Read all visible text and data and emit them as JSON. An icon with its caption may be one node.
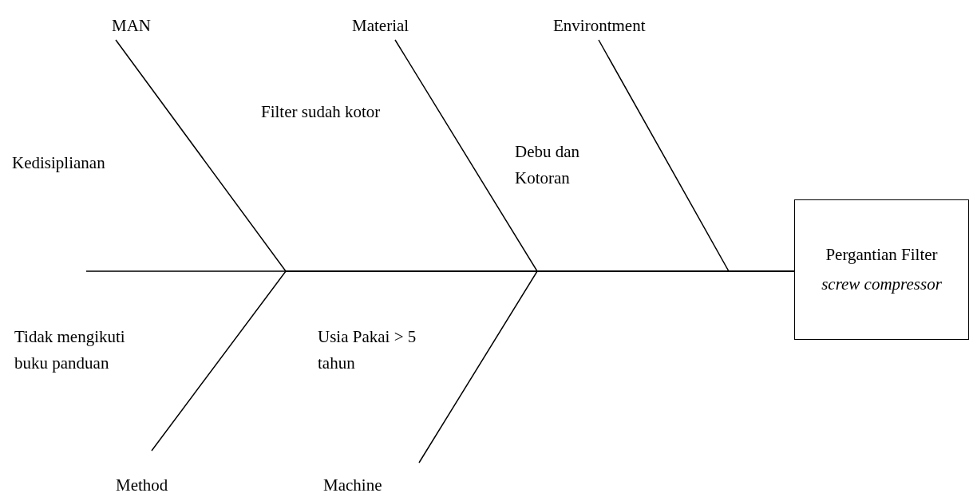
{
  "diagram": {
    "nodes": [
      {
        "text": [
          "MAN"
        ]
      },
      {
        "text": [
          "Material"
        ]
      },
      {
        "text": [
          "Environtment"
        ]
      },
      {
        "text": [
          "Method"
        ]
      },
      {
        "text": [
          "Machine"
        ]
      },
      {
        "text": [
          "Pergantian Filter *screw compressor*"
        ]
      }
    ],
    "edges": [
      {
        "from": null,
        "to": 5,
        "arrow": "none"
      },
      {
        "from": 0,
        "to": 5,
        "arrow": "none"
      },
      {
        "from": 1,
        "to": 5,
        "arrow": "none"
      },
      {
        "from": 2,
        "to": 5,
        "arrow": "none"
      },
      {
        "from": 3,
        "to": 5,
        "arrow": "none"
      },
      {
        "from": 4,
        "to": 5,
        "arrow": "none"
      }
    ],
    "labels": [
      "Filter sudah kotor",
      "Debu dan Kotoran",
      "Kedisiplianan",
      "Tidak mengikuti buku panduan",
      "Usia Pakai > 5 tahun"
    ]
  }
}
